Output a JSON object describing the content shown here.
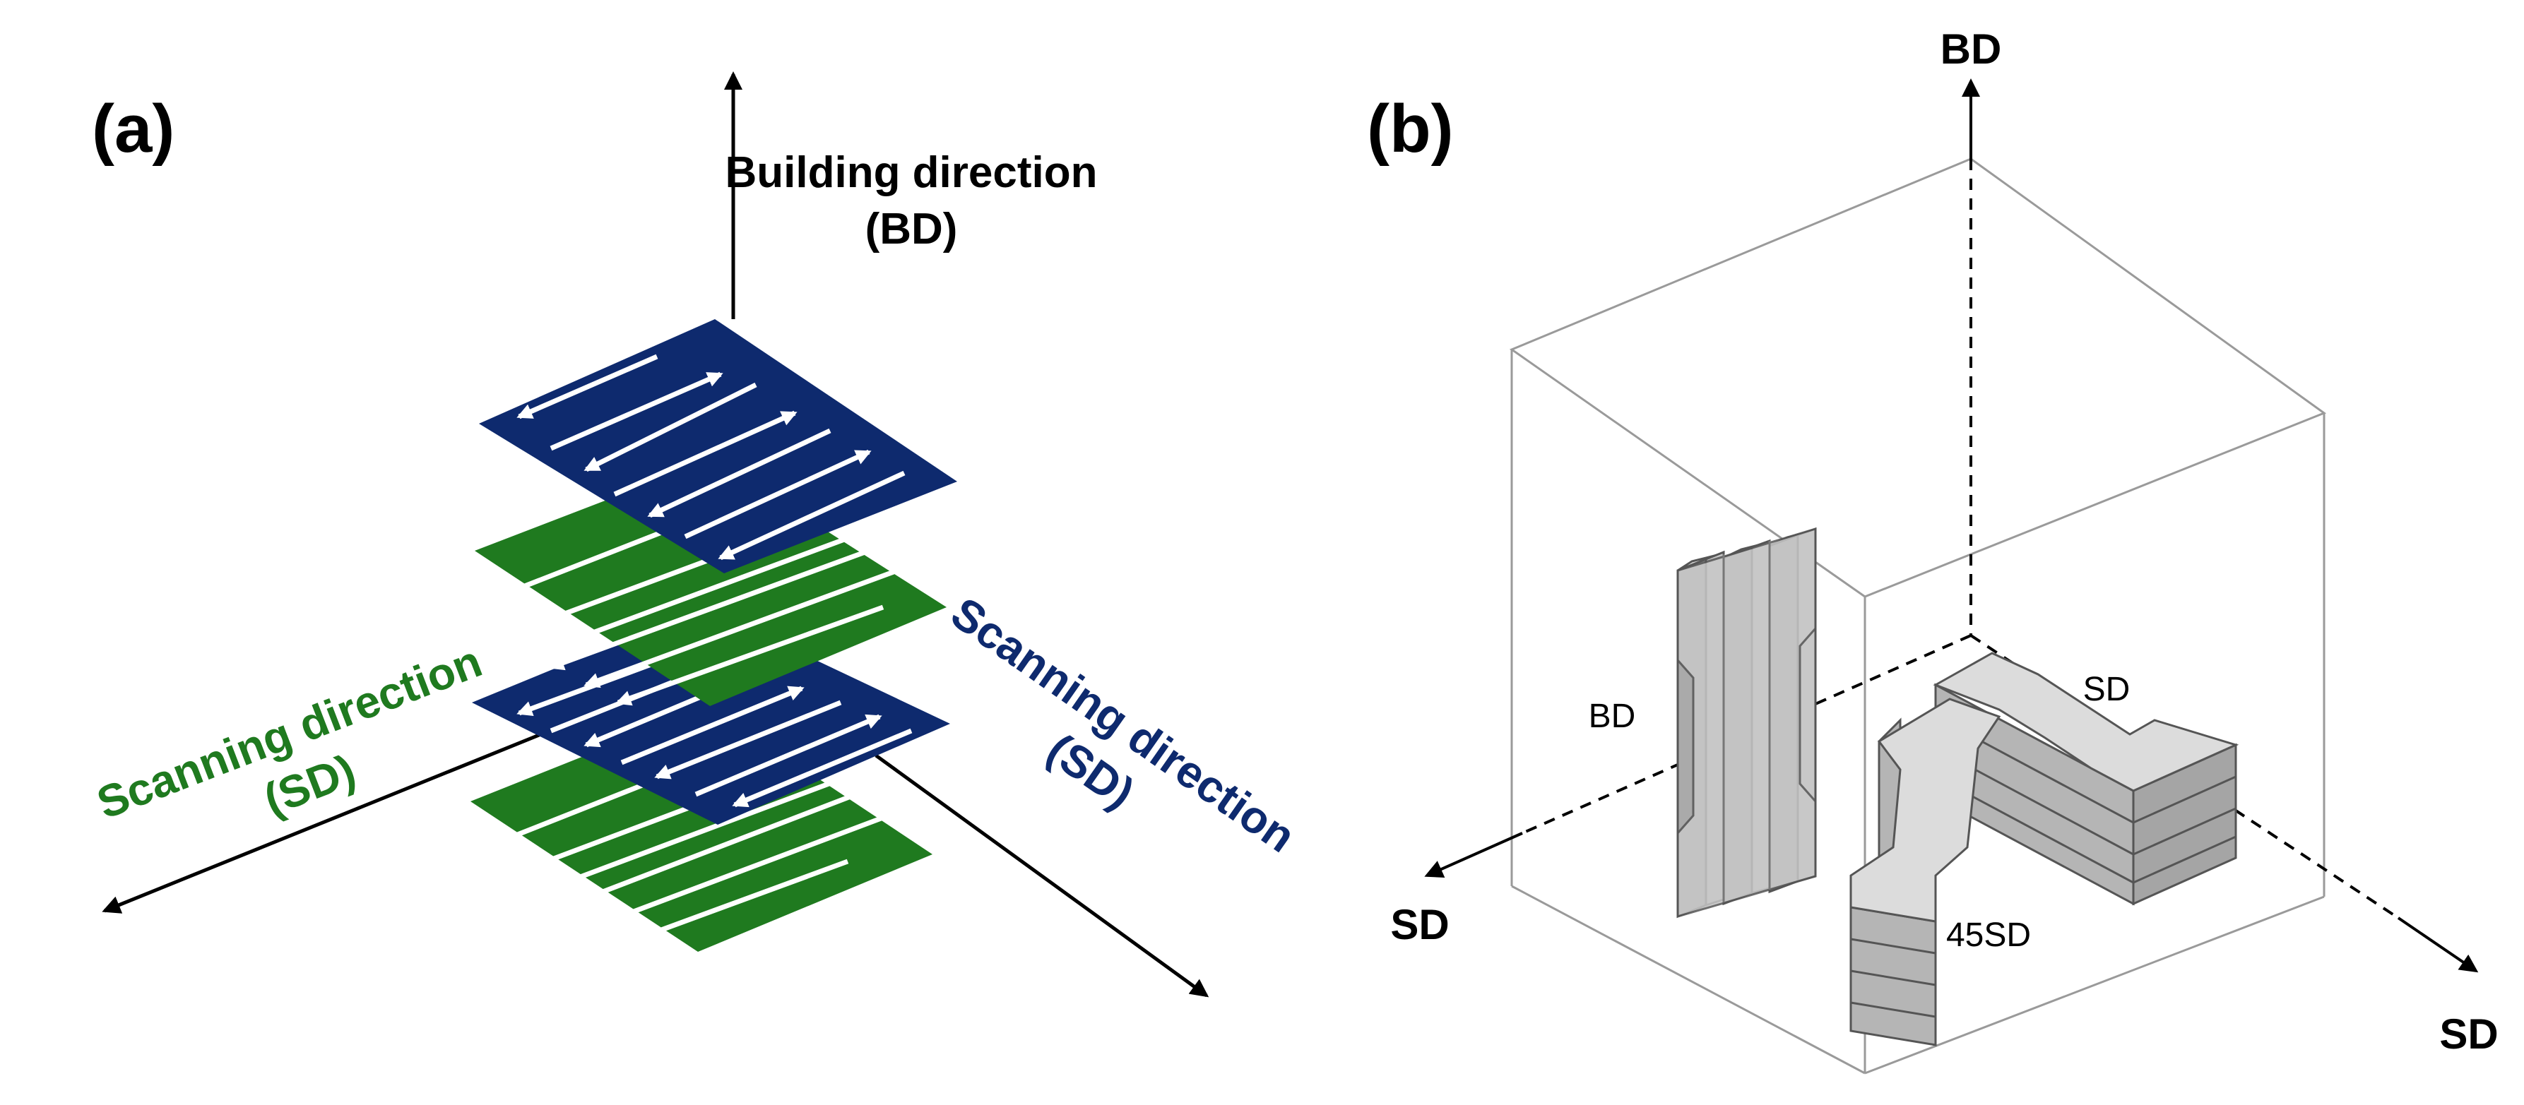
{
  "panel_a": {
    "label": "(a)",
    "bd_line1": "Building direction",
    "bd_line2": "(BD)",
    "sd_left_line1": "Scanning direction",
    "sd_left_line2": "(SD)",
    "sd_right_line1": "Scanning direction",
    "sd_right_line2": "(SD)"
  },
  "panel_b": {
    "label": "(b)",
    "axis_bd": "BD",
    "axis_sd_left": "SD",
    "axis_sd_right": "SD",
    "specimen_bd": "BD",
    "specimen_sd": "SD",
    "specimen_45sd": "45SD"
  },
  "colors": {
    "navy": "#0e2a6e",
    "green": "#1f7a1f",
    "specimen_face": "#c8c8c8",
    "specimen_top": "#dcdcdc",
    "specimen_side": "#aaaaaa",
    "box_line": "#9a9a9a"
  }
}
